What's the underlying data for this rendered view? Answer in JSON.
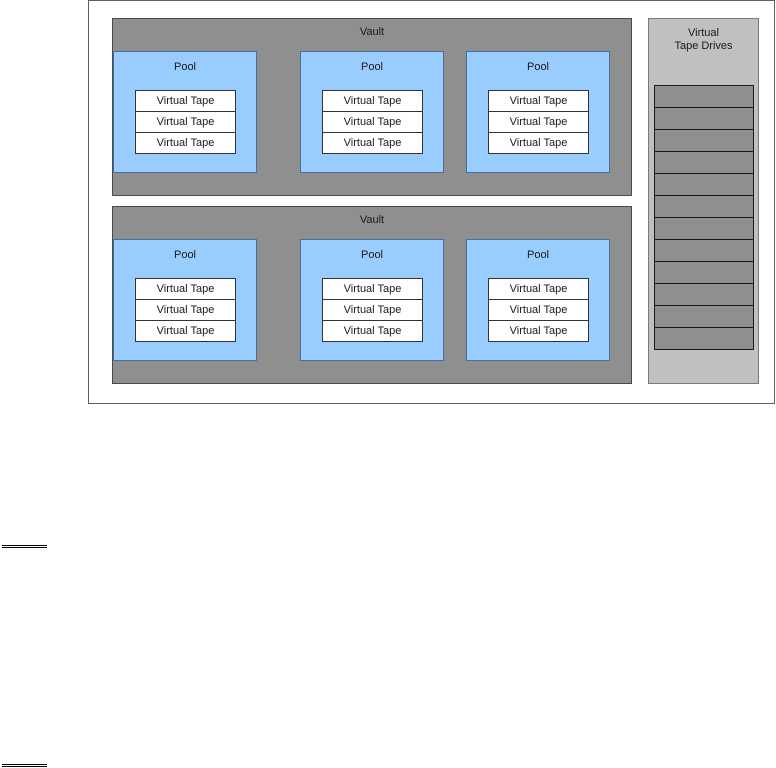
{
  "vaults": [
    {
      "label": "Vault",
      "pools": [
        {
          "label": "Pool",
          "tapes": [
            "Virtual Tape",
            "Virtual Tape",
            "Virtual Tape"
          ]
        },
        {
          "label": "Pool",
          "tapes": [
            "Virtual Tape",
            "Virtual Tape",
            "Virtual Tape"
          ]
        },
        {
          "label": "Pool",
          "tapes": [
            "Virtual Tape",
            "Virtual Tape",
            "Virtual Tape"
          ]
        }
      ]
    },
    {
      "label": "Vault",
      "pools": [
        {
          "label": "Pool",
          "tapes": [
            "Virtual Tape",
            "Virtual Tape",
            "Virtual Tape"
          ]
        },
        {
          "label": "Pool",
          "tapes": [
            "Virtual Tape",
            "Virtual Tape",
            "Virtual Tape"
          ]
        },
        {
          "label": "Pool",
          "tapes": [
            "Virtual Tape",
            "Virtual Tape",
            "Virtual Tape"
          ]
        }
      ]
    }
  ],
  "drives_panel": {
    "label_line1": "Virtual",
    "label_line2": "Tape Drives",
    "drive_count": 12
  },
  "colors": {
    "vault_fill": "#8f8f8f",
    "pool_fill": "#99ccff",
    "tape_fill": "#ffffff",
    "drives_panel_fill": "#c0c0c0",
    "drive_fill": "#8f8f8f"
  }
}
